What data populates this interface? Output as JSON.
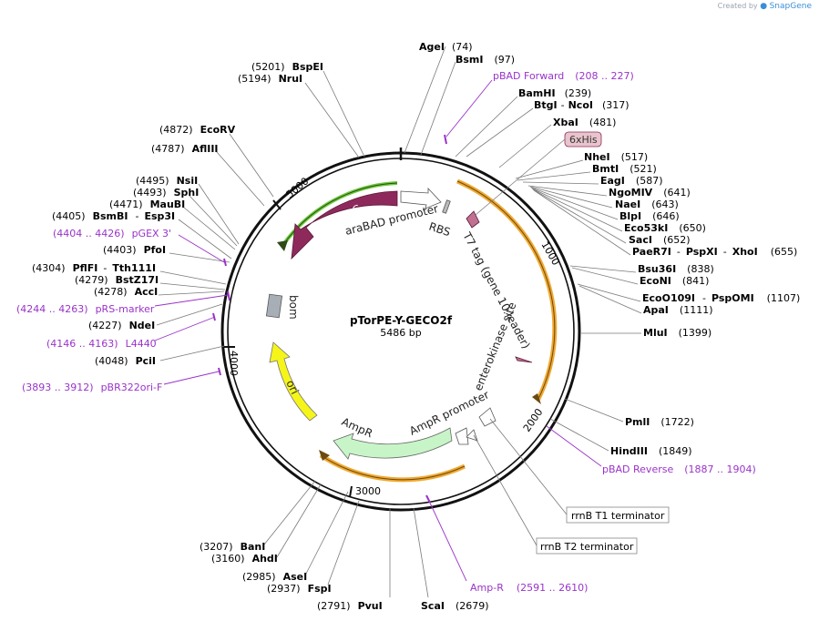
{
  "credit": {
    "created_by": "Created by",
    "brand": "SnapGene"
  },
  "plasmid": {
    "name": "pTorPE-Y-GECO2f",
    "size_label": "5486 bp"
  },
  "ticks": {
    "t1000": "1000",
    "t2000": "2000",
    "t3000": "3000",
    "t4000": "4000",
    "t5000": "5000"
  },
  "features": {
    "araC": "araC",
    "araBAD_promoter": "araBAD promoter",
    "RBS": "RBS",
    "T7_tag": "T7 tag (gene 10 leader)",
    "enterokinase": "enterokinase site",
    "AmpR_promoter": "AmpR promoter",
    "AmpR": "AmpR",
    "ori": "ori",
    "bom": "bom",
    "sixHis": "6xHis",
    "rrnB_T1": "rrnB T1 terminator",
    "rrnB_T2": "rrnB T2 terminator"
  },
  "sites_right": [
    {
      "name": "AgeI",
      "pos": "(74)"
    },
    {
      "name": "BsmI",
      "pos": "(97)"
    },
    {
      "name": "BamHI",
      "pos": "(239)"
    },
    {
      "name": "BtgI",
      "extra": "NcoI",
      "pos": "(317)"
    },
    {
      "name": "XbaI",
      "pos": "(481)"
    },
    {
      "name": "NheI",
      "pos": "(517)"
    },
    {
      "name": "BmtI",
      "pos": "(521)"
    },
    {
      "name": "EagI",
      "pos": "(587)"
    },
    {
      "name": "NgoMIV",
      "pos": "(641)"
    },
    {
      "name": "NaeI",
      "pos": "(643)"
    },
    {
      "name": "BlpI",
      "pos": "(646)"
    },
    {
      "name": "Eco53kI",
      "pos": "(650)"
    },
    {
      "name": "SacI",
      "pos": "(652)"
    },
    {
      "name": "PaeR7I",
      "extra": "PspXI",
      "extra2": "XhoI",
      "pos": "(655)"
    },
    {
      "name": "Bsu36I",
      "pos": "(838)"
    },
    {
      "name": "EcoNI",
      "pos": "(841)"
    },
    {
      "name": "EcoO109I",
      "extra": "PspOMI",
      "pos": "(1107)"
    },
    {
      "name": "ApaI",
      "pos": "(1111)"
    },
    {
      "name": "MluI",
      "pos": "(1399)"
    },
    {
      "name": "PmlI",
      "pos": "(1722)"
    },
    {
      "name": "HindIII",
      "pos": "(1849)"
    }
  ],
  "sites_left": [
    {
      "name": "BspEI",
      "pos": "(5201)"
    },
    {
      "name": "NruI",
      "pos": "(5194)"
    },
    {
      "name": "EcoRV",
      "pos": "(4872)"
    },
    {
      "name": "AflIII",
      "pos": "(4787)"
    },
    {
      "name": "NsiI",
      "pos": "(4495)"
    },
    {
      "name": "SphI",
      "pos": "(4493)"
    },
    {
      "name": "MauBI",
      "pos": "(4471)"
    },
    {
      "name": "BsmBI",
      "extra": "Esp3I",
      "pos": "(4405)"
    },
    {
      "name": "PfoI",
      "pos": "(4403)"
    },
    {
      "name": "PflFI",
      "extra": "Tth111I",
      "pos": "(4304)"
    },
    {
      "name": "BstZ17I",
      "pos": "(4279)"
    },
    {
      "name": "AccI",
      "pos": "(4278)"
    },
    {
      "name": "NdeI",
      "pos": "(4227)"
    },
    {
      "name": "PciI",
      "pos": "(4048)"
    }
  ],
  "sites_bottom": [
    {
      "name": "BanI",
      "pos": "(3207)"
    },
    {
      "name": "AhdI",
      "pos": "(3160)"
    },
    {
      "name": "AseI",
      "pos": "(2985)"
    },
    {
      "name": "FspI",
      "pos": "(2937)"
    },
    {
      "name": "PvuI",
      "pos": "(2791)"
    },
    {
      "name": "ScaI",
      "pos": "(2679)"
    }
  ],
  "primers": [
    {
      "name": "pBAD Forward",
      "range": "(208 .. 227)"
    },
    {
      "name": "pBAD Reverse",
      "range": "(1887 .. 1904)"
    },
    {
      "name": "Amp-R",
      "range": "(2591 .. 2610)"
    },
    {
      "name": "pGEX 3'",
      "range": "(4404 .. 4426)"
    },
    {
      "name": "pRS-marker",
      "range": "(4244 .. 4263)"
    },
    {
      "name": "L4440",
      "range": "(4146 .. 4163)"
    },
    {
      "name": "pBR322ori-F",
      "range": "(3893 .. 3912)"
    }
  ],
  "colors": {
    "araC": "#8e2a5b",
    "ori": "#f5f51a",
    "AmpR": "#c8f5c8",
    "orange_bracket": "#f0a830",
    "green_bracket": "#6ac93a",
    "primer": "#9a33c9"
  }
}
